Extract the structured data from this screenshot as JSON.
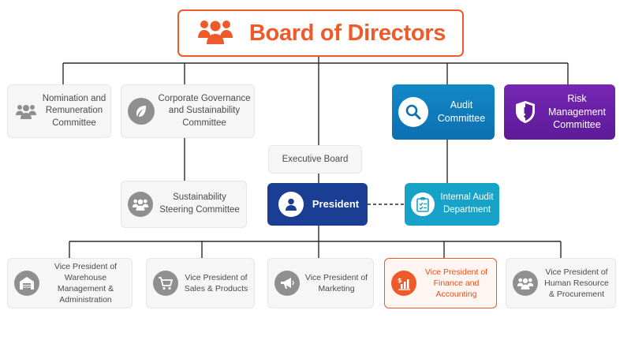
{
  "title": "Board of Directors",
  "committees": {
    "nomination": "Nomination and Remuneration Committee",
    "governance": "Corporate Governance and Sustainability Committee",
    "audit": "Audit Committee",
    "risk": "Risk Management Committee"
  },
  "executive_board": "Executive Board",
  "sustainability_steering": "Sustainability Steering Committee",
  "president": "President",
  "internal_audit": "Internal Audit Department",
  "vice_presidents": {
    "warehouse": "Vice President of Warehouse Management & Administration",
    "sales": "Vice President of Sales & Products",
    "marketing": "Vice President of Marketing",
    "finance": "Vice President of Finance and Accounting",
    "hr": "Vice President of Human Resource & Procurement"
  },
  "icons": {
    "title": "people-group-icon",
    "nomination": "people-group-icon",
    "governance": "leaf-icon",
    "audit": "magnifier-icon",
    "risk": "shield-icon",
    "steering": "people-group-icon",
    "president": "person-icon",
    "internal_audit": "clipboard-check-icon",
    "warehouse": "warehouse-icon",
    "sales": "shopping-cart-icon",
    "marketing": "megaphone-icon",
    "finance": "finance-chart-icon",
    "hr": "people-group-icon"
  },
  "colors": {
    "accent_orange": "#ef5a2a",
    "audit_blue": "#0d6fb0",
    "risk_purple": "#5e1a98",
    "president_navy": "#1b3e95",
    "internal_audit_teal": "#16a3c7",
    "gray_box": "#f6f6f6",
    "connector": "#2b2b2b"
  }
}
